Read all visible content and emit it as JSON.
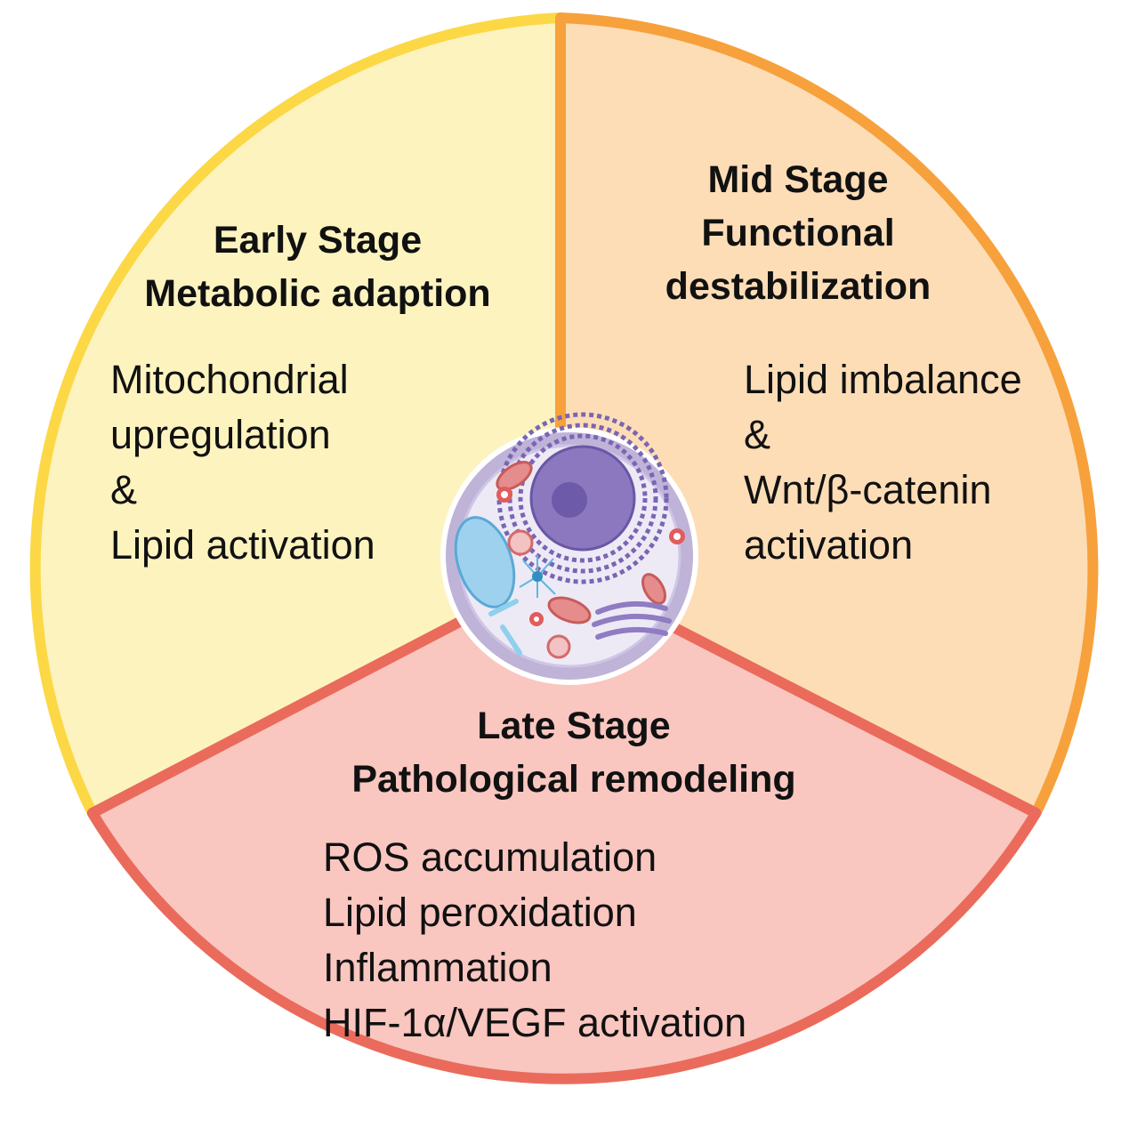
{
  "colors": {
    "early_fill": "#FDF3BF",
    "early_border": "#FCD846",
    "mid_fill": "#FDDDB6",
    "mid_border": "#F7A13C",
    "late_fill": "#F9C6C0",
    "late_border": "#EA6B5B",
    "cell_membrane": "#BFB3D8",
    "cell_cytoplasm": "#EDEAF6",
    "nucleus": "#8C78BF",
    "mitochondria": "#E58C8C",
    "vacuole": "#9ED1EE"
  },
  "stages": {
    "early": {
      "title_line1": "Early Stage",
      "title_line2": "Metabolic adaption",
      "items": [
        "Mitochondrial",
        "upregulation",
        "&",
        "Lipid activation"
      ]
    },
    "mid": {
      "title_line1": "Mid Stage",
      "title_line2": "Functional",
      "title_line3": "destabilization",
      "items": [
        "Lipid imbalance",
        "&",
        "Wnt/β-catenin",
        "activation"
      ]
    },
    "late": {
      "title_line1": "Late Stage",
      "title_line2": "Pathological remodeling",
      "items": [
        "ROS accumulation",
        "Lipid peroxidation",
        "Inflammation",
        "HIF-1α/VEGF activation"
      ]
    }
  },
  "center": {
    "icon": "cell-illustration-icon"
  }
}
